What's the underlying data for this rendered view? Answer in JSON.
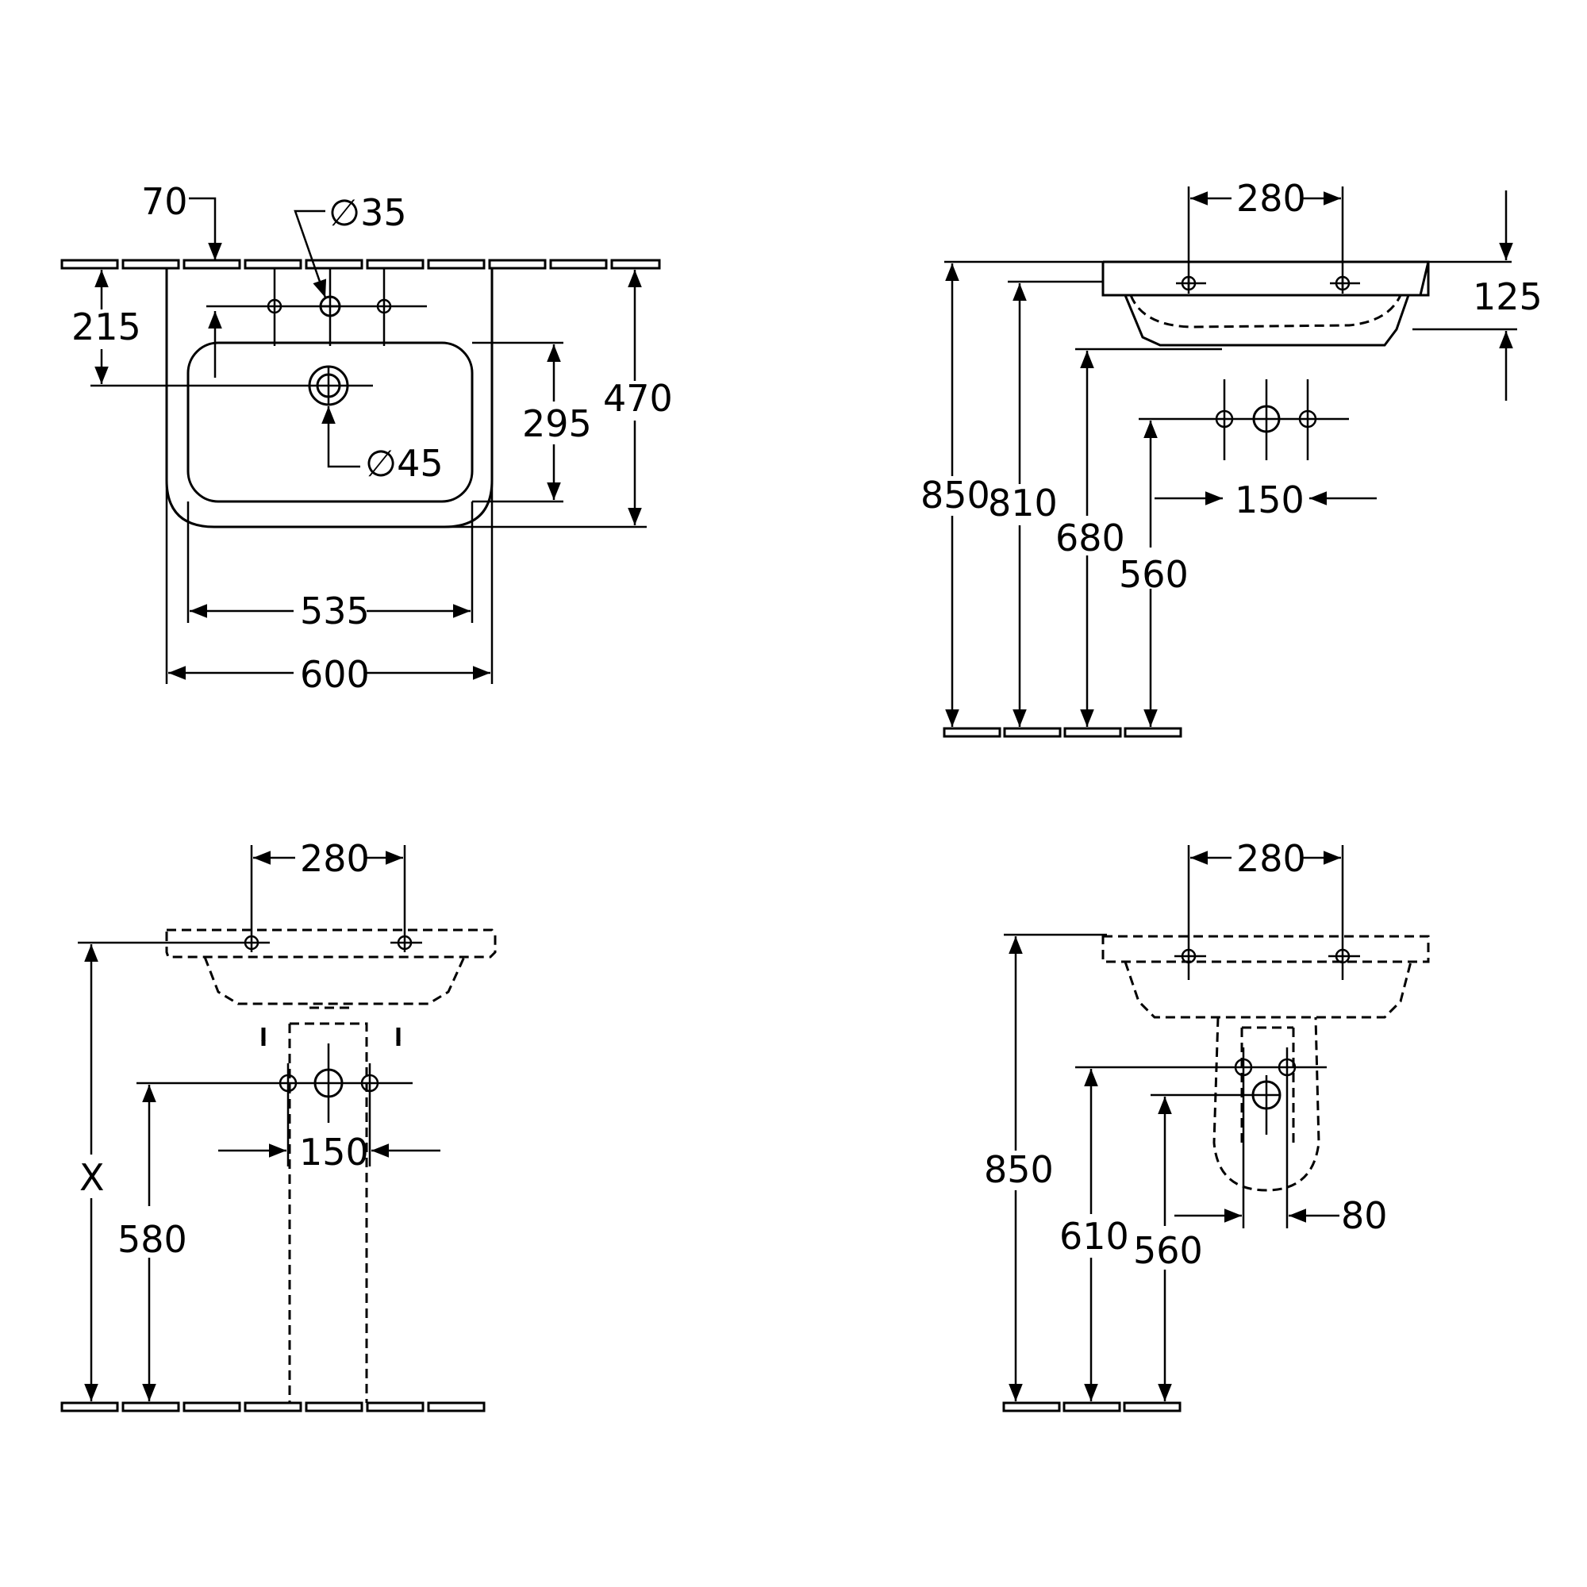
{
  "view_top": {
    "dim_70": "70",
    "dim_d35": "∅35",
    "dim_215": "215",
    "dim_295": "295",
    "dim_470": "470",
    "dim_d45": "∅45",
    "dim_535": "535",
    "dim_600": "600"
  },
  "view_side": {
    "dim_280": "280",
    "dim_125": "125",
    "dim_850": "850",
    "dim_810": "810",
    "dim_680": "680",
    "dim_560": "560",
    "dim_150": "150"
  },
  "view_pedestal": {
    "dim_280": "280",
    "dim_150": "150",
    "dim_x": "X",
    "dim_580": "580"
  },
  "view_semi_pedestal": {
    "dim_280": "280",
    "dim_850": "850",
    "dim_610": "610",
    "dim_560": "560",
    "dim_80": "80"
  }
}
